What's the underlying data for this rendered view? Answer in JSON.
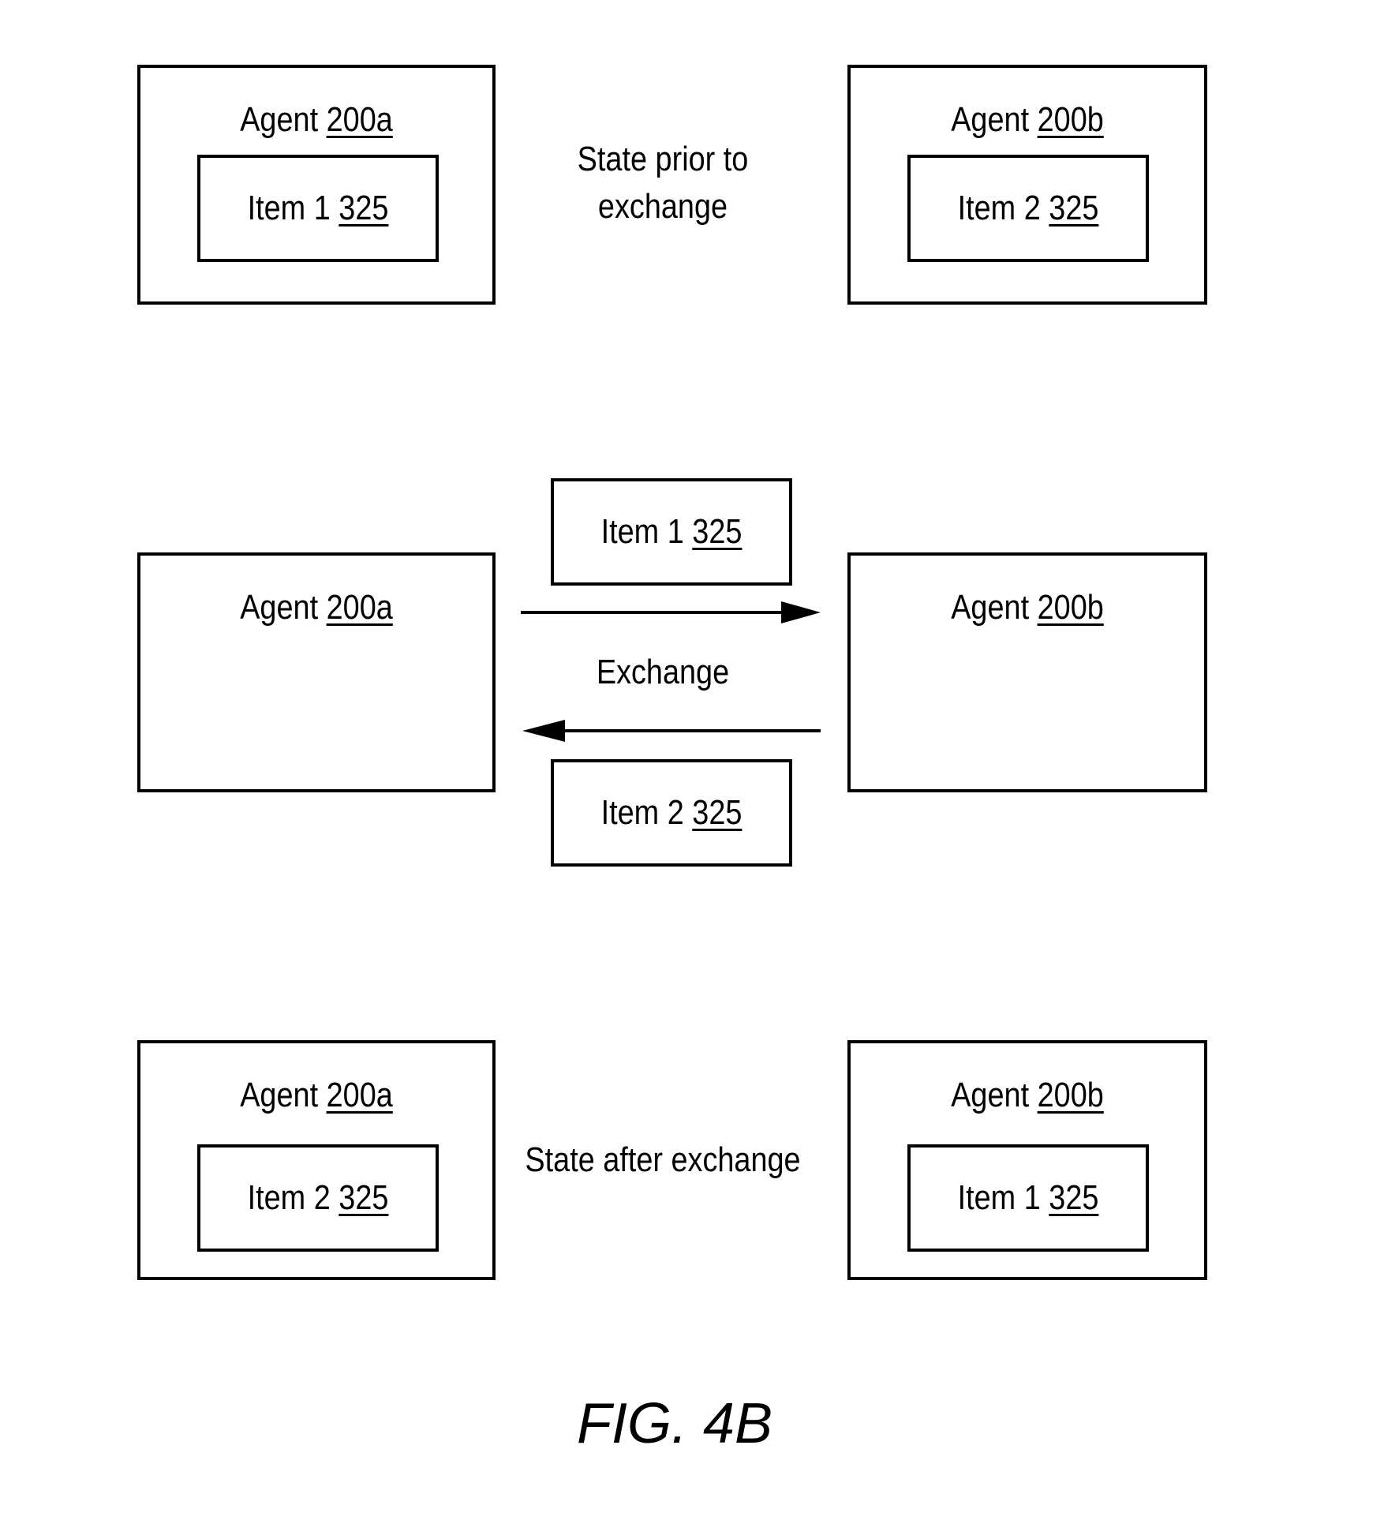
{
  "panel_top": {
    "caption": [
      "State prior to",
      "exchange"
    ],
    "left_agent": {
      "name": "Agent",
      "ref": "200a",
      "item": {
        "name": "Item 1",
        "ref": "325"
      }
    },
    "right_agent": {
      "name": "Agent",
      "ref": "200b",
      "item": {
        "name": "Item 2",
        "ref": "325"
      }
    }
  },
  "panel_middle": {
    "caption": "Exchange",
    "left_agent": {
      "name": "Agent",
      "ref": "200a"
    },
    "right_agent": {
      "name": "Agent",
      "ref": "200b"
    },
    "item_to_right": {
      "name": "Item 1",
      "ref": "325"
    },
    "item_to_left": {
      "name": "Item 2",
      "ref": "325"
    }
  },
  "panel_bottom": {
    "caption": "State after exchange",
    "left_agent": {
      "name": "Agent",
      "ref": "200a",
      "item": {
        "name": "Item 2",
        "ref": "325"
      }
    },
    "right_agent": {
      "name": "Agent",
      "ref": "200b",
      "item": {
        "name": "Item 1",
        "ref": "325"
      }
    }
  },
  "figure_label": "FIG. 4B"
}
